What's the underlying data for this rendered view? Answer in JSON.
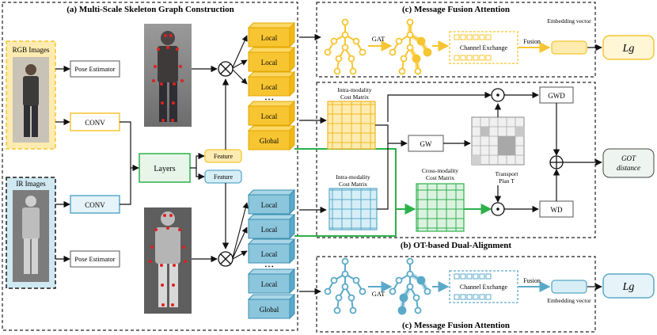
{
  "sections": {
    "a_title": "(a) Multi-Scale  Skeleton  Graph  Construction",
    "b_title": "(b) OT-based Dual-Alignment",
    "c_title_top": "(c) Message  Fusion Attention",
    "c_title_bottom": "(c)  Message  Fusion Attention"
  },
  "inputs": {
    "rgb_label": "RGB Images",
    "ir_label": "IR Images"
  },
  "blocks": {
    "pose_estimator_top": "Pose Estimator",
    "pose_estimator_bottom": "Pose Estimator",
    "conv_top": "CONV",
    "conv_bottom": "CONV",
    "layers": "Layers",
    "feature_top": "Feature",
    "feature_bottom": "Feature",
    "local": "Local",
    "global": "Global",
    "dots": "• • •"
  },
  "fusion": {
    "gat": "GAT",
    "channel_exchange": "Channel Exchange",
    "fusion": "Fusion",
    "embedding_vector": "Embedding vector",
    "output": "Lg"
  },
  "ot": {
    "intra_top_line1": "Intra-modality",
    "intra_top_line2": "Cost Matrix",
    "intra_bottom_line1": "Intra-modality",
    "intra_bottom_line2": "Cost Matrix",
    "cross_line1": "Cross-modality",
    "cross_line2": "Cost Matrix",
    "gw": "GW",
    "gwd": "GWD",
    "wd": "WD",
    "transport_line1": "Transport",
    "transport_line2": "Plan T",
    "got_line1": "GOT",
    "got_line2": "distance",
    "odot": "⊙",
    "oplus": "+"
  },
  "colors": {
    "rgb_yellow": "#f7c531",
    "rgb_fill": "#fdebb0",
    "ir_blue": "#5aa9c9",
    "ir_fill": "#cfe8f1",
    "green": "#2db04b",
    "green_fill": "#dff3e2"
  }
}
